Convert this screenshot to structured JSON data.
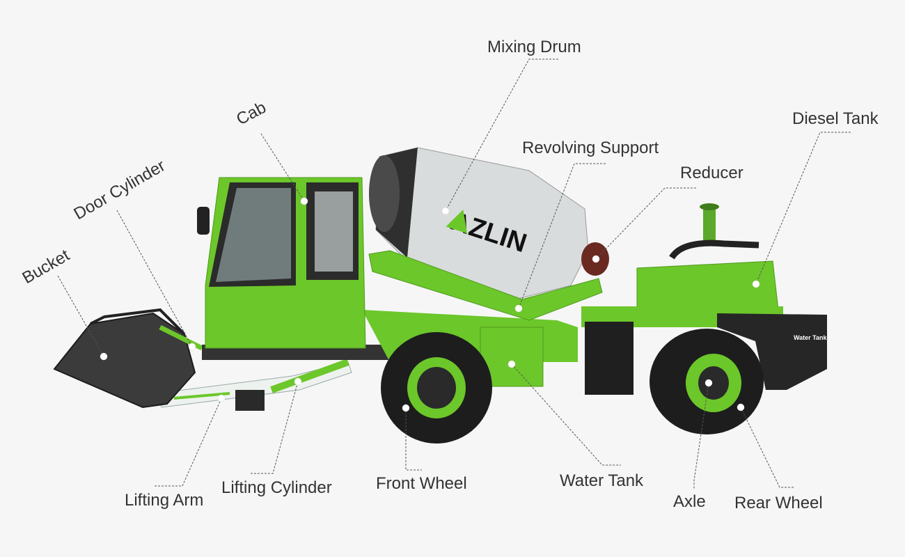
{
  "labels": {
    "mixing_drum": "Mixing Drum",
    "cab": "Cab",
    "door_cylinder": "Door Cylinder",
    "bucket": "Bucket",
    "revolving_support": "Revolving Support",
    "reducer": "Reducer",
    "diesel_tank": "Diesel Tank",
    "lifting_arm": "Lifting Arm",
    "lifting_cylinder": "Lifting Cylinder",
    "front_wheel": "Front Wheel",
    "water_tank": "Water Tank",
    "axle": "Axle",
    "rear_wheel": "Rear Wheel"
  },
  "vehicle": {
    "logo": "AZLIN",
    "tank_plate": "Water Tank"
  },
  "colors": {
    "body_green": "#6cc72a",
    "dark": "#1e1e1e",
    "drum": "#d9dcdc",
    "background": "#f6f6f6"
  }
}
